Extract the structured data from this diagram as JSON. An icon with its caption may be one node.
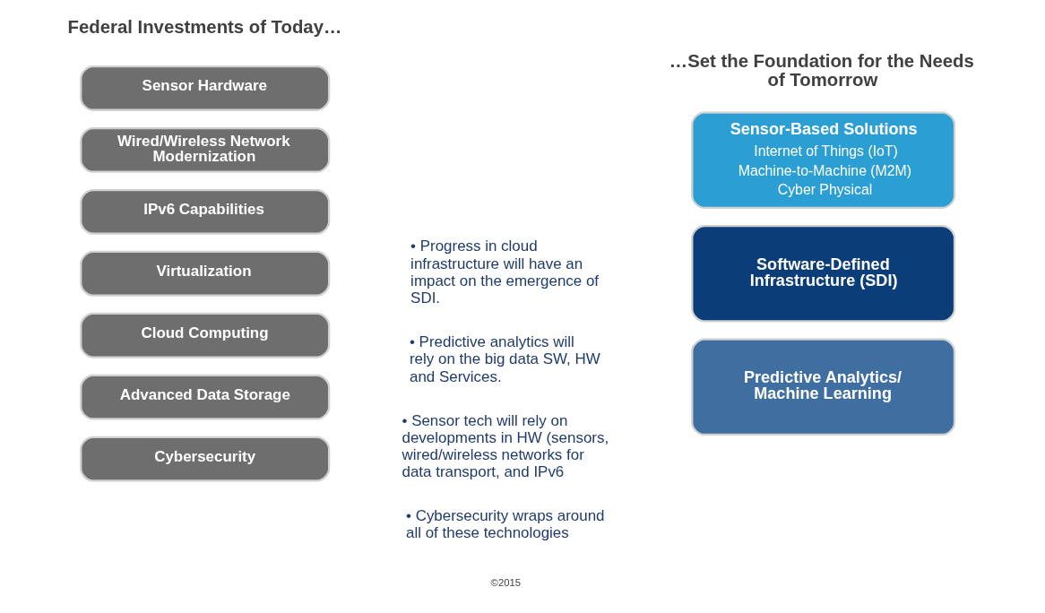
{
  "diagram": {
    "nodes": [
      {
        "text": [
          "Sensor Hardware"
        ]
      },
      {
        "text": [
          "Wired/Wireless Network Modernization"
        ]
      },
      {
        "text": [
          "IPv6 Capabilities"
        ]
      },
      {
        "text": [
          "Virtualization"
        ]
      },
      {
        "text": [
          "Cloud Computing"
        ]
      },
      {
        "text": [
          "Advanced Data Storage"
        ]
      },
      {
        "text": [
          "Cybersecurity"
        ]
      },
      {
        "text": [
          "Sensor-Based Solutions",
          "Internet of Things (IoT)",
          "Machine-to-Machine (M2M)",
          "Cyber Physical"
        ]
      },
      {
        "text": [
          "Software-Defined Infrastructure (SDI)"
        ]
      },
      {
        "text": [
          "Predictive Analytics/ Machine Learning"
        ]
      }
    ],
    "edges": [],
    "labels": [
      "Federal Investments of Today…",
      "…Set the Foundation for the Needs of Tomorrow",
      "• Progress in cloud infrastructure will have an impact on the emergence of SDI.",
      "• Predictive analytics will rely on the big data SW, HW and Services.",
      "• Sensor tech will rely on developments in HW (sensors, wired/wireless networks for data transport, and IPv6",
      "• Cybersecurity wraps around all of these technologies",
      "©2015"
    ]
  }
}
